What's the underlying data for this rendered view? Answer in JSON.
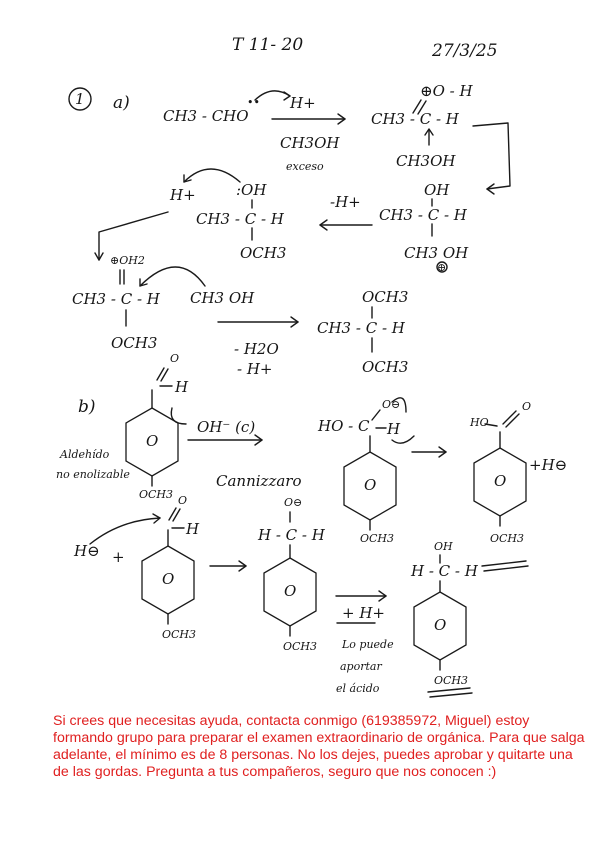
{
  "header": {
    "title": "T 11- 20",
    "date": "27/3/25"
  },
  "section1": {
    "number": "1",
    "part_a": {
      "label": "a)",
      "reactant": "CH3 - CHO",
      "lone_pairs": "••",
      "reagent_above": "H+",
      "reagent_below": "CH3OH",
      "reagent_note": "exceso",
      "protonated": {
        "oxonium": "⊕O - H",
        "carbon_row": "CH3 - C - H",
        "nucleophile": "CH3OH"
      },
      "oxonium_adduct": {
        "top": "OH",
        "row": "CH3 - C - H",
        "bottom": "CH3 OH",
        "charge": "⊕"
      },
      "step_minus_h": "-H+",
      "hemiacetal": {
        "hplus": "H+",
        "top": ":OH",
        "row": "CH3 - C - H",
        "bottom": "OCH3"
      },
      "protonated_hemiacetal": {
        "top": "⊕OH2",
        "row": "CH3 - C - H",
        "bottom": "OCH3",
        "nucleophile": "CH3 OH"
      },
      "conditions": [
        "- H2O",
        "- H+"
      ],
      "acetal": {
        "top": "OCH3",
        "row": "CH3 - C - H",
        "bottom": "OCH3"
      }
    },
    "part_b": {
      "label": "b)",
      "aldehyde_top": "O",
      "aldehyde_h": "H",
      "note_lines": [
        "Aldehído",
        "no enolizable"
      ],
      "reagent": "OH⁻ (c)",
      "reaction_name": "Cannizzaro",
      "para_substituent": "OCH3",
      "ring_label": "O",
      "tetrahedral": {
        "top": "O⊖",
        "row": "HO - C",
        "h": "H"
      },
      "acid": {
        "ho": "HO",
        "o": "O",
        "plus_h": "+H⊖"
      },
      "hydride": "H⊖",
      "plus": "+",
      "aldehyde2": {
        "top": "O",
        "h": "H"
      },
      "alkoxide": {
        "top": "O⊖",
        "row": "H - C - H"
      },
      "proton_step": "+ H+",
      "proton_note": [
        "Lo puede",
        "aportar",
        "el ácido"
      ],
      "alcohol": {
        "top": "OH",
        "row": "H - C - H"
      }
    }
  },
  "footer": {
    "text": "Si crees que necesitas ayuda, contacta conmigo (619385972, Miguel) estoy formando grupo para preparar el examen extraordinario de orgánica. Para que salga adelante, el mínimo es de 8 personas. No los dejes, puedes aprobar y quitarte una de las gordas. Pregunta a tus compañeros, seguro que nos conocen :)",
    "color": "#e02020"
  }
}
